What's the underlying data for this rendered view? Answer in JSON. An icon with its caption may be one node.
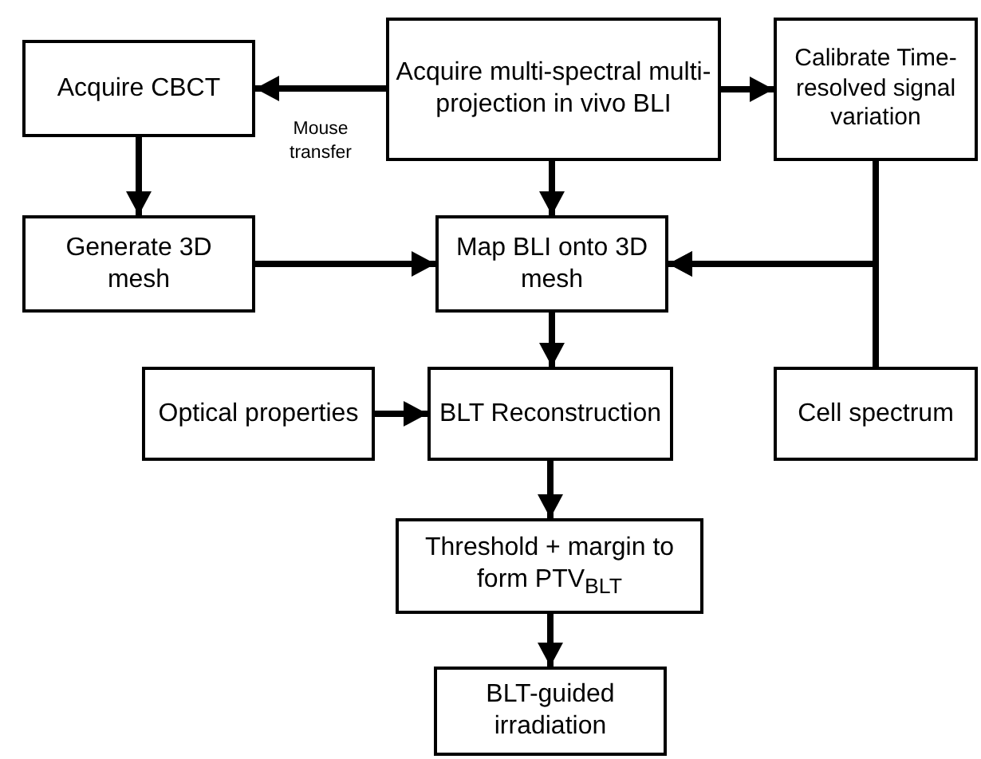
{
  "diagram": {
    "nodes": [
      {
        "text": [
          "Acquire multi-spectral multi-projection in vivo BLI"
        ]
      },
      {
        "text": [
          "Acquire CBCT"
        ]
      },
      {
        "text": [
          "Calibrate Time-resolved signal variation"
        ]
      },
      {
        "text": [
          "Generate 3D mesh"
        ]
      },
      {
        "text": [
          "Map BLI onto 3D mesh"
        ]
      },
      {
        "text": [
          "Optical properties"
        ]
      },
      {
        "text": [
          "BLT Reconstruction"
        ]
      },
      {
        "text": [
          "Cell spectrum"
        ]
      },
      {
        "text": [
          "Threshold + margin to form PTV$_{BLT}$"
        ]
      },
      {
        "text": [
          "BLT-guided irradiation"
        ]
      }
    ],
    "edges": [
      {
        "from": 0,
        "to": 1,
        "arrow": "to",
        "label": "Mouse transfer"
      },
      {
        "from": 0,
        "to": 2,
        "arrow": "to"
      },
      {
        "from": 1,
        "to": 3,
        "arrow": "to"
      },
      {
        "from": 0,
        "to": 4,
        "arrow": "to"
      },
      {
        "from": 3,
        "to": 4,
        "arrow": "to"
      },
      {
        "from": 2,
        "to": 4,
        "arrow": "to"
      },
      {
        "from": 7,
        "to": 4,
        "arrow": "to"
      },
      {
        "from": 4,
        "to": 6,
        "arrow": "to"
      },
      {
        "from": 5,
        "to": 6,
        "arrow": "to"
      },
      {
        "from": 6,
        "to": 8,
        "arrow": "to"
      },
      {
        "from": 8,
        "to": 9,
        "arrow": "to"
      }
    ]
  }
}
